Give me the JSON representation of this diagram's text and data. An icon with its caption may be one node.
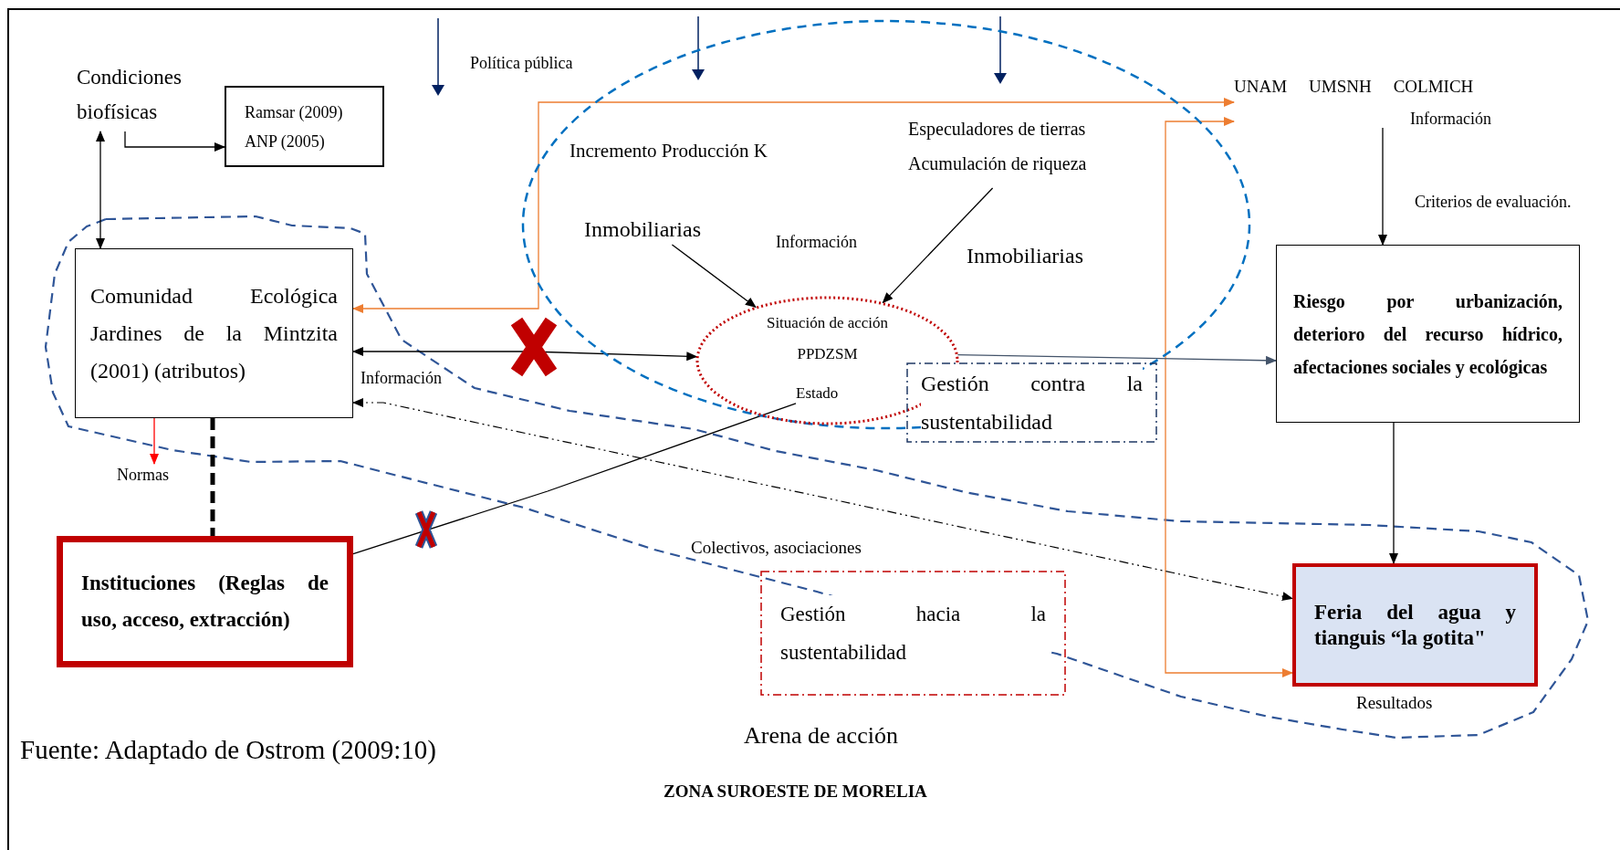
{
  "diagram": {
    "nodes": [
      {
        "text": [
          "Condiciones biofísicas"
        ]
      },
      {
        "text": [
          "Ramsar (2009)",
          "ANP (2005)"
        ]
      },
      {
        "text": [
          "Comunidad Ecológica Jardines de la Mintzita (2001) (atributos)"
        ]
      },
      {
        "text": [],
        "shape": "ellipse"
      },
      {
        "text": [
          "Inmobiliarias"
        ],
        "in": 3
      },
      {
        "text": [
          "Especuladores de tierras",
          "Acumulación de riqueza"
        ],
        "in": 3
      },
      {
        "text": [
          "UNAM",
          "UMSNH",
          "COLMICH"
        ]
      },
      {
        "text": [
          "Situación de acción",
          "PPDZSM"
        ],
        "in": 3
      },
      {
        "text": [
          "Estado"
        ],
        "in": 7
      },
      {
        "text": [
          "Gestión contra la sustentabilidad"
        ]
      },
      {
        "text": [
          "Riesgo por urbanización, deterioro del recurso hídrico, afectaciones sociales y ecológicas"
        ]
      },
      {
        "text": [
          "Normas"
        ]
      },
      {
        "text": [
          "Instituciones (Reglas de uso, acceso, extracción)"
        ]
      },
      {
        "text": [
          "Gestión hacia la sustentabilidad"
        ]
      },
      {
        "text": [
          "Feria del agua y tianguis “la gotita\""
        ],
        "beside": [
          "Resultados"
        ]
      }
    ],
    "edges": [
      {
        "from": 0,
        "to": 1,
        "arrow": "to"
      },
      {
        "from": 0,
        "to": 2,
        "arrow": "both"
      },
      {
        "from": 4,
        "to": 7,
        "arrow": "to"
      },
      {
        "from": 5,
        "to": 7,
        "arrow": "to"
      },
      {
        "from": 2,
        "to": 6,
        "arrow": "both",
        "color": "#ed7d31"
      },
      {
        "from": 14,
        "to": 6,
        "arrow": "both",
        "color": "#ed7d31"
      },
      {
        "from": 2,
        "to": 7,
        "arrow": "both",
        "label": "Información"
      },
      {
        "from": 2,
        "to": 14,
        "arrow": "both",
        "style": "dashed"
      },
      {
        "from": 7,
        "to": 10,
        "arrow": "to",
        "color": "#44546a"
      },
      {
        "from": 6,
        "to": 10,
        "arrow": "to",
        "label": "Información"
      },
      {
        "from": 10,
        "to": 14,
        "arrow": "to"
      },
      {
        "from": 2,
        "to": 11,
        "arrow": "to",
        "color": "#ff0000"
      },
      {
        "from": 2,
        "to": 12,
        "arrow": "none",
        "style": "dashed"
      },
      {
        "from": 12,
        "to": 8,
        "arrow": "none"
      }
    ],
    "labels": [
      "Política pública",
      "Incremento Producción K",
      "Información",
      "Inmobiliarias",
      "Criterios de evaluación.",
      "Colectivos, asociaciones",
      "Fuente: Adaptado de Ostrom (2009:10)",
      "Arena de acción",
      "ZONA SUROESTE DE MORELIA"
    ]
  }
}
